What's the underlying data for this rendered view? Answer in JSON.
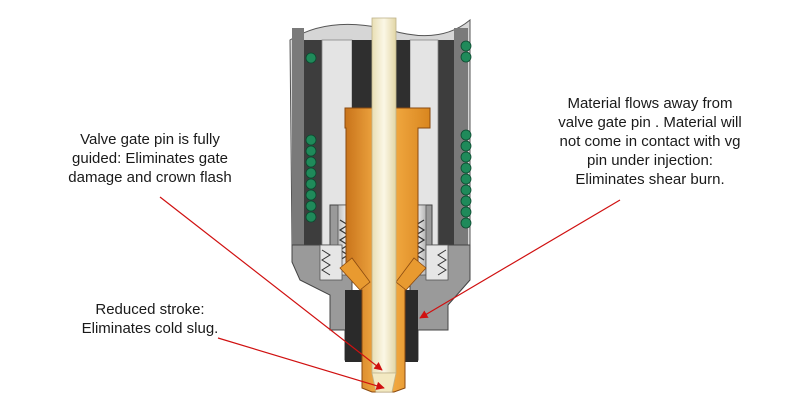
{
  "callouts": {
    "guided": "Valve gate pin is  fully\nguided: Eliminates gate\ndamage and crown flash",
    "flow": "Material flows away from\nvalve gate pin . Material will\nnot come in contact with vg\npin under injection:\nEliminates shear burn.",
    "stroke": "Reduced stroke:\nEliminates cold slug."
  },
  "colors": {
    "arrow": "#d01010",
    "orange": "#f4a12a",
    "orange_dark": "#c8731a",
    "pin": "#f7f0d2",
    "steel_light": "#d8d8d8",
    "steel_mid": "#a9a9a9",
    "steel_dark": "#5c5c5c",
    "coil": "#1f8a5a"
  }
}
